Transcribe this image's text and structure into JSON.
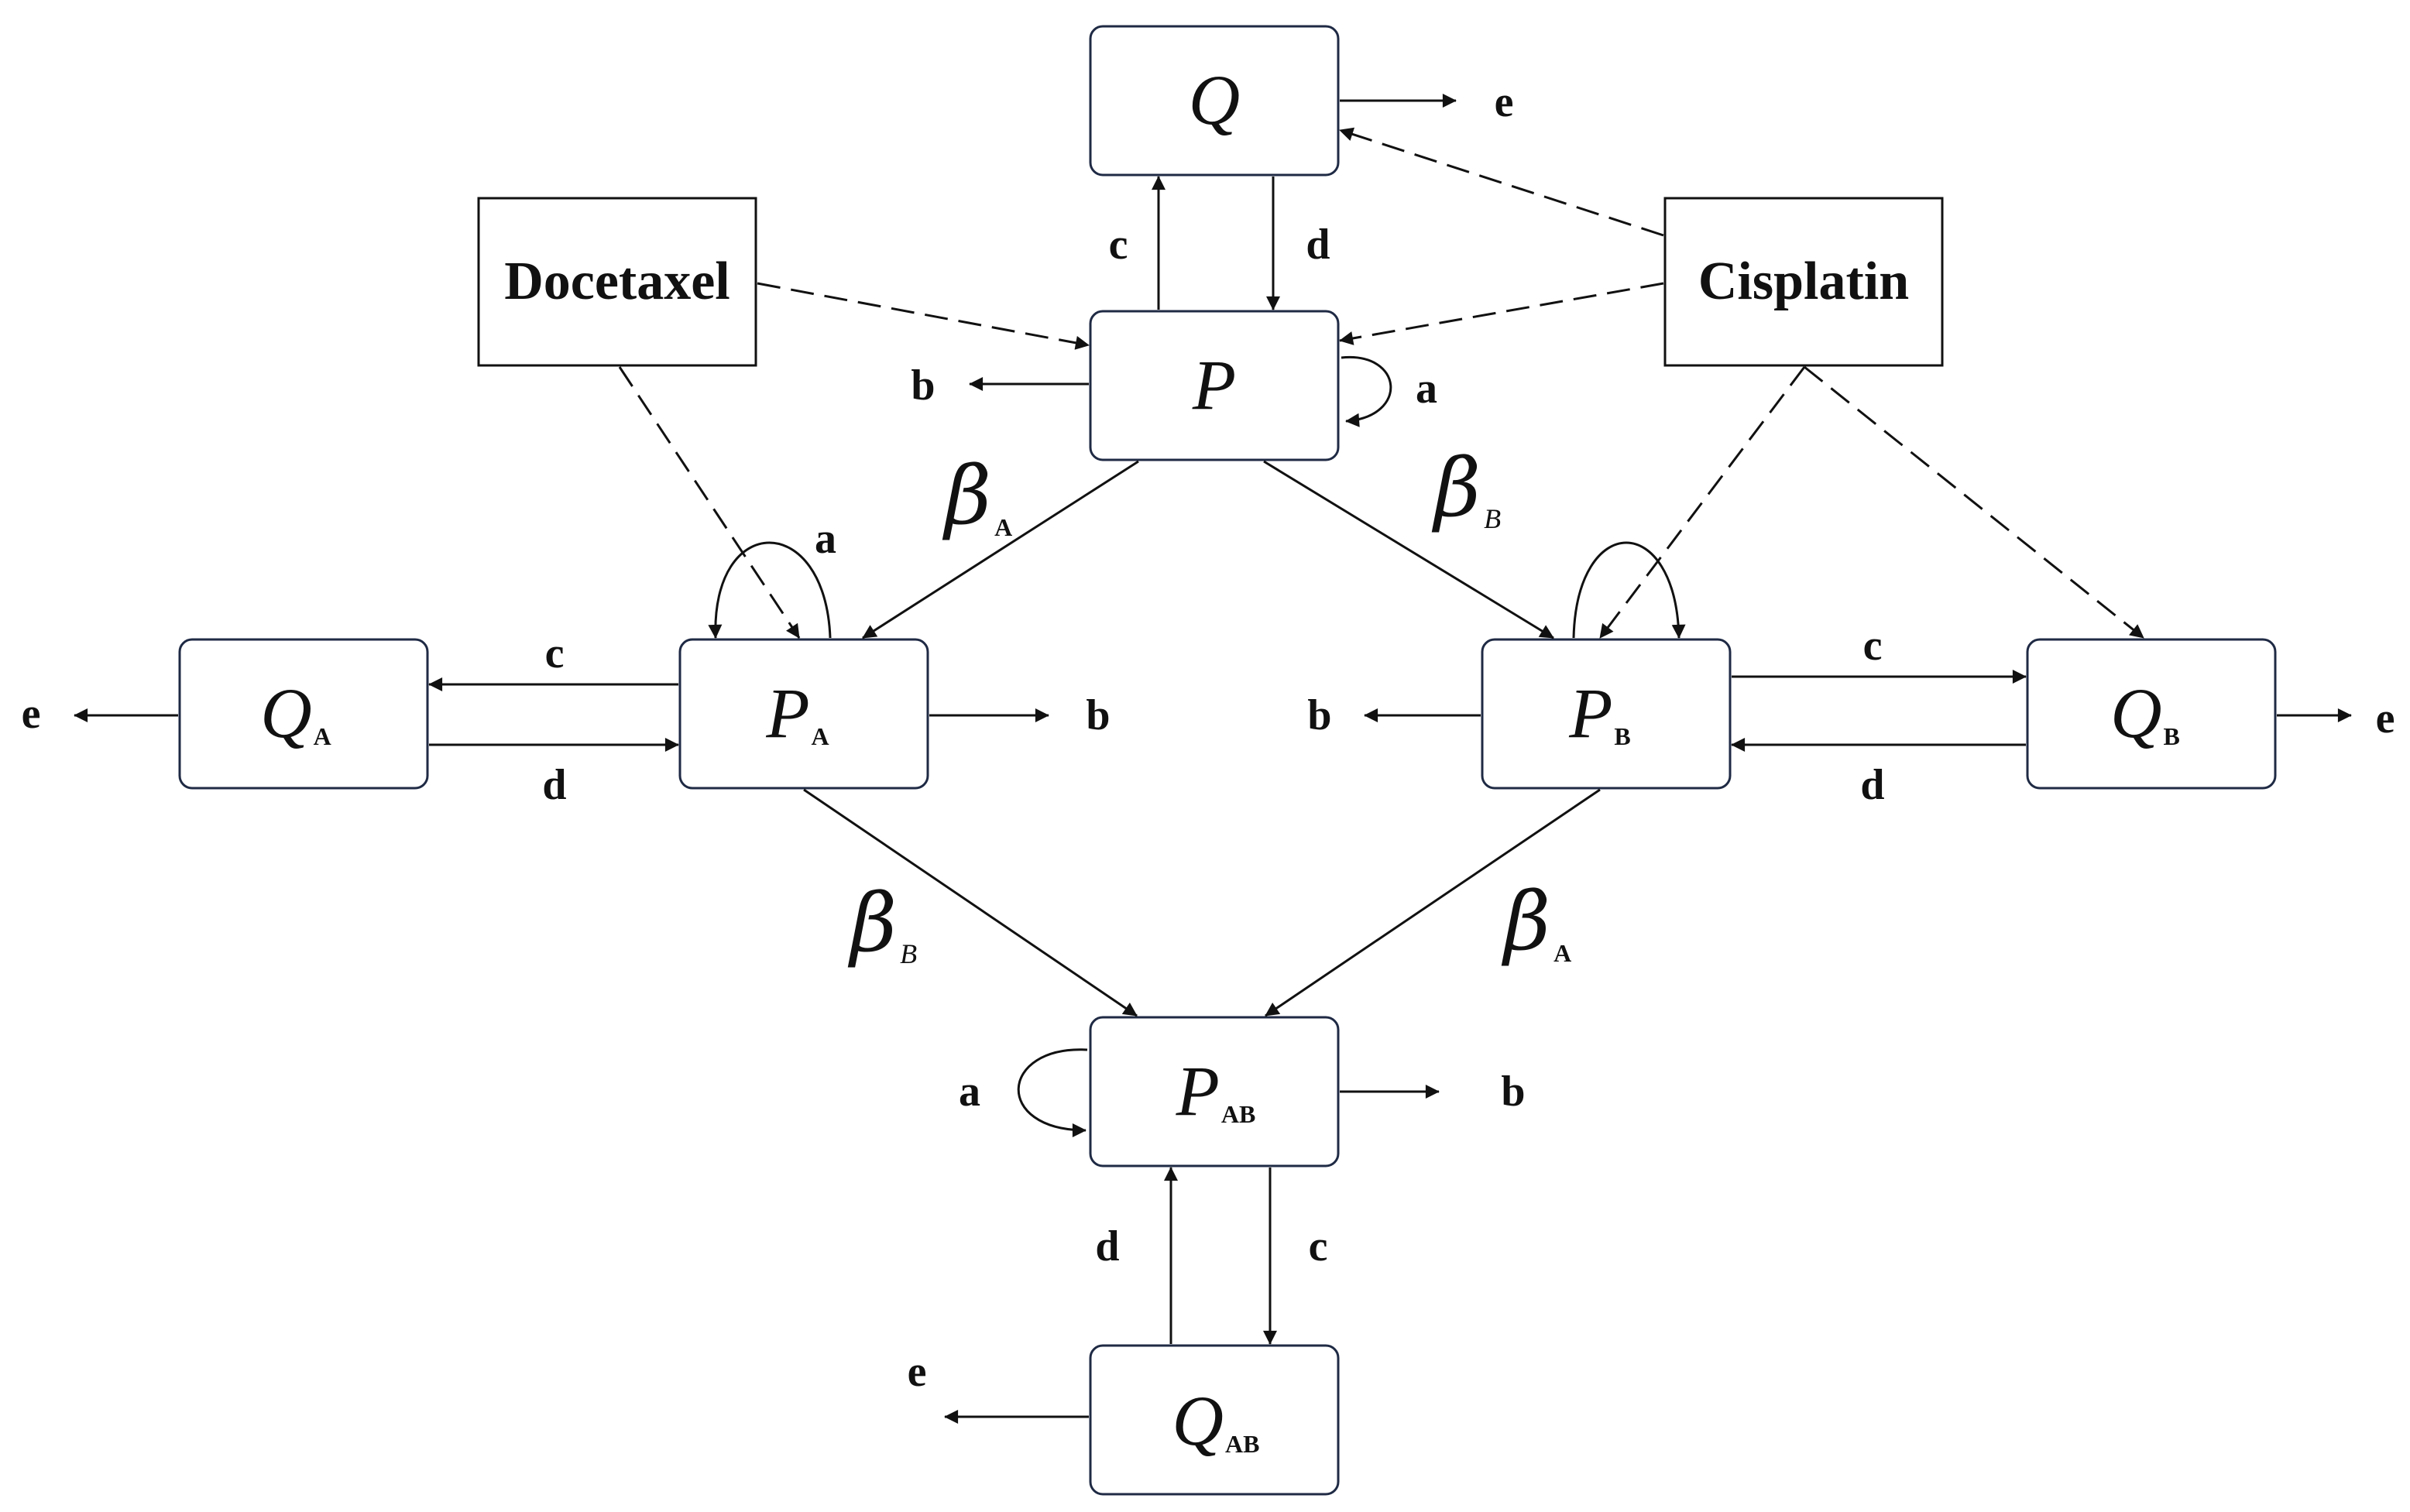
{
  "diagram": {
    "nodes": {
      "Q": {
        "symbol": "Q",
        "subscript": ""
      },
      "P": {
        "symbol": "P",
        "subscript": ""
      },
      "QA": {
        "symbol": "Q",
        "subscript": "A"
      },
      "PA": {
        "symbol": "P",
        "subscript": "A"
      },
      "PB": {
        "symbol": "P",
        "subscript": "B"
      },
      "QB": {
        "symbol": "Q",
        "subscript": "B"
      },
      "PAB": {
        "symbol": "P",
        "subscript": "AB"
      },
      "QAB": {
        "symbol": "Q",
        "subscript": "AB"
      }
    },
    "drugs": {
      "docetaxel": "Docetaxel",
      "cisplatin": "Cisplatin"
    },
    "rates": {
      "a": "a",
      "b": "b",
      "c": "c",
      "d": "d",
      "e": "e"
    },
    "transitions": {
      "beta_symbol": "β",
      "P_to_PA": "A",
      "P_to_PB": "B",
      "PA_to_PAB": "B",
      "PB_to_PAB": "A"
    }
  }
}
